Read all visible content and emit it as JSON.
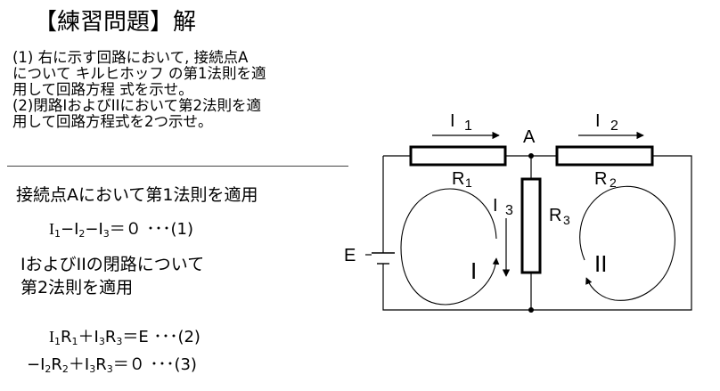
{
  "title": "【練習問題】解",
  "problem_lines": [
    "(1)  右に示す回路において,   接続点A",
    "について    キルヒホッフ  の第1法則を適",
    "用して回路方程        式を示せ。",
    "(2)閉路IおよびIIにおいて第2法則を適",
    "用して回路方程式を2つ示せ。"
  ],
  "solution": {
    "heading1": "接続点Aにおいて第1法則を適用",
    "eq1": {
      "t1": "I",
      "s1": "1",
      "t2": "−I",
      "s2": "2",
      "t3": "−I",
      "s3": "3",
      "t4": "＝０  ･･･(1)"
    },
    "heading2_line1": "IおよびIIの閉路について",
    "heading2_line2": "第2法則を適用",
    "eq2": {
      "t1": "I",
      "s1": "1",
      "t2": "R",
      "s2": "1",
      "t3": "＋I",
      "s3": "3",
      "t4": "R",
      "s4": "3",
      "t5": "＝E  ･･･(2)"
    },
    "eq3": {
      "t1": "−I",
      "s1": "2",
      "t2": "R",
      "s2": "2",
      "t3": "＋I",
      "s3": "3",
      "t4": "R",
      "s4": "3",
      "t5": "＝０  ･･･(3)"
    }
  },
  "circuit": {
    "node_label": "A",
    "i1_label": "I",
    "i1_sub": "1",
    "i2_label": "I",
    "i2_sub": "2",
    "i3_label": "I",
    "i3_sub": "3",
    "r1_label": "R",
    "r1_sub": "1",
    "r2_label": "R",
    "r2_sub": "2",
    "r3_label": "R",
    "r3_sub": "3",
    "source_label": "E",
    "loop1_label": "I",
    "loop2_label": "II"
  },
  "colors": {
    "ink": "#000000",
    "rule": "#444444",
    "background": "#ffffff"
  }
}
